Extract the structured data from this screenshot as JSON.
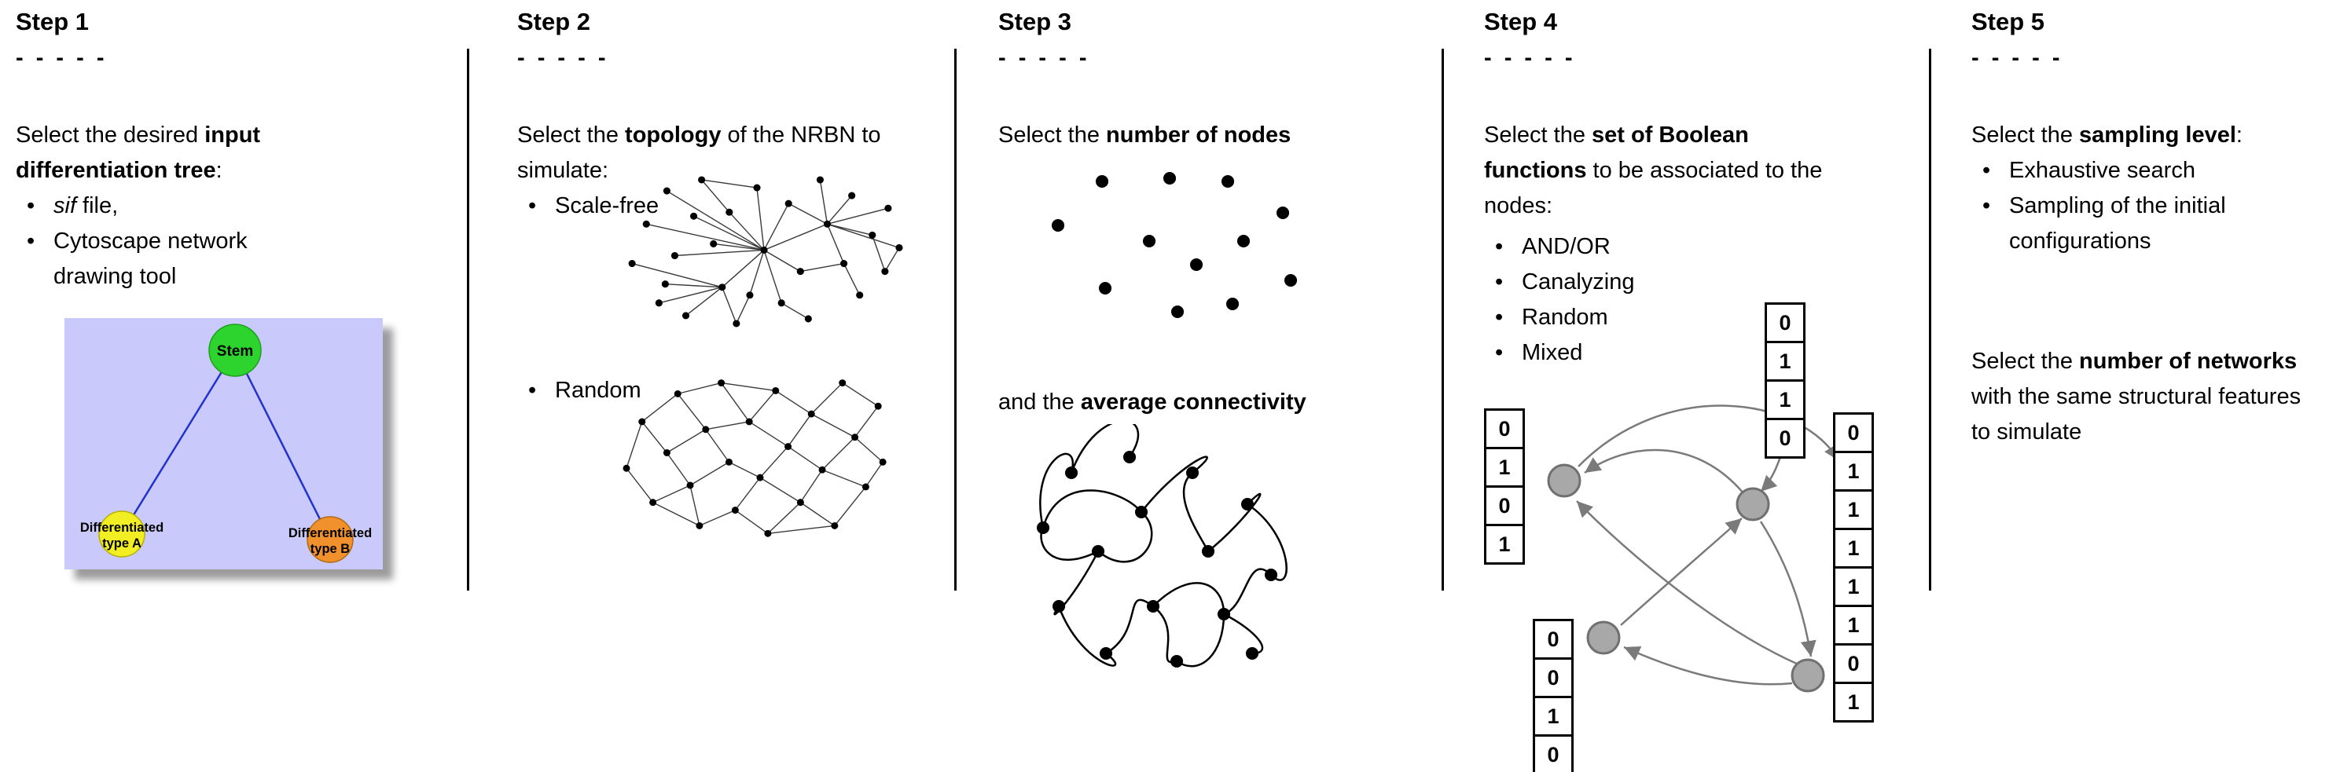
{
  "steps": [
    {
      "title": "Step 1",
      "dashes": "- - - - -",
      "intro": {
        "pre": "Select the desired ",
        "bold": "input differentiation tree",
        "post": ":"
      },
      "bullets": [
        {
          "italic": "sif",
          "rest": " file,"
        },
        {
          "rest": "Cytoscape network drawing tool"
        }
      ],
      "tree": {
        "stem_label": "Stem",
        "type_a_line1": "Differentiated",
        "type_a_line2": "type A",
        "type_b_line1": "Differentiated",
        "type_b_line2": "type B",
        "bg_color": "#c9c9fb",
        "stem_color": "#2ed42e",
        "type_a_color": "#f2ee24",
        "type_b_color": "#f0912d",
        "edge_color": "#2233cc"
      }
    },
    {
      "title": "Step 2",
      "dashes": "- - - - -",
      "intro": {
        "pre": "Select the ",
        "bold": "topology",
        "post": " of the NRBN to simulate:"
      },
      "bullets": [
        {
          "rest": "Scale-free"
        },
        {
          "rest": "Random"
        }
      ]
    },
    {
      "title": "Step 3",
      "dashes": "- - - - -",
      "intro": {
        "pre": "Select the ",
        "bold": "number of nodes",
        "post": ""
      },
      "intro2": {
        "pre": "and the ",
        "bold": "average connectivity",
        "post": ""
      }
    },
    {
      "title": "Step 4",
      "dashes": "- - - - -",
      "intro": {
        "pre": "Select the ",
        "bold": "set of Boolean functions",
        "post": " to be associated to the nodes:"
      },
      "bullets": [
        {
          "rest": "AND/OR"
        },
        {
          "rest": "Canalyzing"
        },
        {
          "rest": "Random"
        },
        {
          "rest": "Mixed"
        }
      ],
      "node_color": "#a8a8a8",
      "edge_color": "#7a7a7a",
      "tables": {
        "left": [
          "0",
          "1",
          "0",
          "1"
        ],
        "top": [
          "0",
          "1",
          "1",
          "0"
        ],
        "bottom_left": [
          "0",
          "0",
          "1",
          "0"
        ],
        "right": [
          "0",
          "1",
          "1",
          "1",
          "1",
          "1",
          "0",
          "1"
        ]
      }
    },
    {
      "title": "Step 5",
      "dashes": "- - - - -",
      "intro": {
        "pre": "Select the ",
        "bold": "sampling level",
        "post": ":"
      },
      "bullets": [
        {
          "rest": "Exhaustive search"
        },
        {
          "rest": "Sampling of the initial configurations"
        }
      ],
      "para2": {
        "pre": "Select the ",
        "bold": "number of networks",
        "post": " with the same structural features to simulate"
      }
    }
  ]
}
